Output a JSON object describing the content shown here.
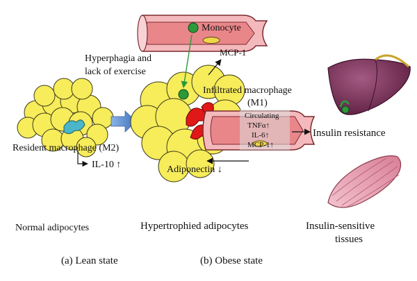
{
  "labels": {
    "monocyte": "Monocyte",
    "mcp1_top": "MCP-1",
    "hyperphagia_line1": "Hyperphagia and",
    "hyperphagia_line2": "lack of exercise",
    "infiltrated_line1": "Infiltrated macrophage",
    "infiltrated_line2": "(M1)",
    "circulating": "Circulating",
    "tnf": "TNFα↑",
    "il6": "IL-6↑",
    "mcp1_vessel": "MCP-1↑",
    "insulin_resistance": "Insulin resistance",
    "resident_macrophage": "Resident macrophage (M2)",
    "il10": "IL-10 ↑",
    "adiponectin": "Adiponectin ↓",
    "normal_adipocytes": "Normal adipocytes",
    "hypertrophied_adipocytes": "Hypertrophied adipocytes",
    "insulin_sensitive_line1": "Insulin-sensitive",
    "insulin_sensitive_line2": "tissues",
    "lean_state": "(a) Lean state",
    "obese_state": "(b) Obese state"
  },
  "colors": {
    "adipocyte_fill": "#f7ec5a",
    "adipocyte_stroke": "#3a3a1a",
    "vessel_fill": "#e8868a",
    "vessel_wall": "#f4b9bc",
    "m2_macrophage": "#4bb6c8",
    "m1_macrophage": "#e01818",
    "monocyte": "#2a9a3a",
    "arrow_blue": "#5b8fd0",
    "liver": "#7a2f55",
    "muscle": "#e6a0b0"
  }
}
